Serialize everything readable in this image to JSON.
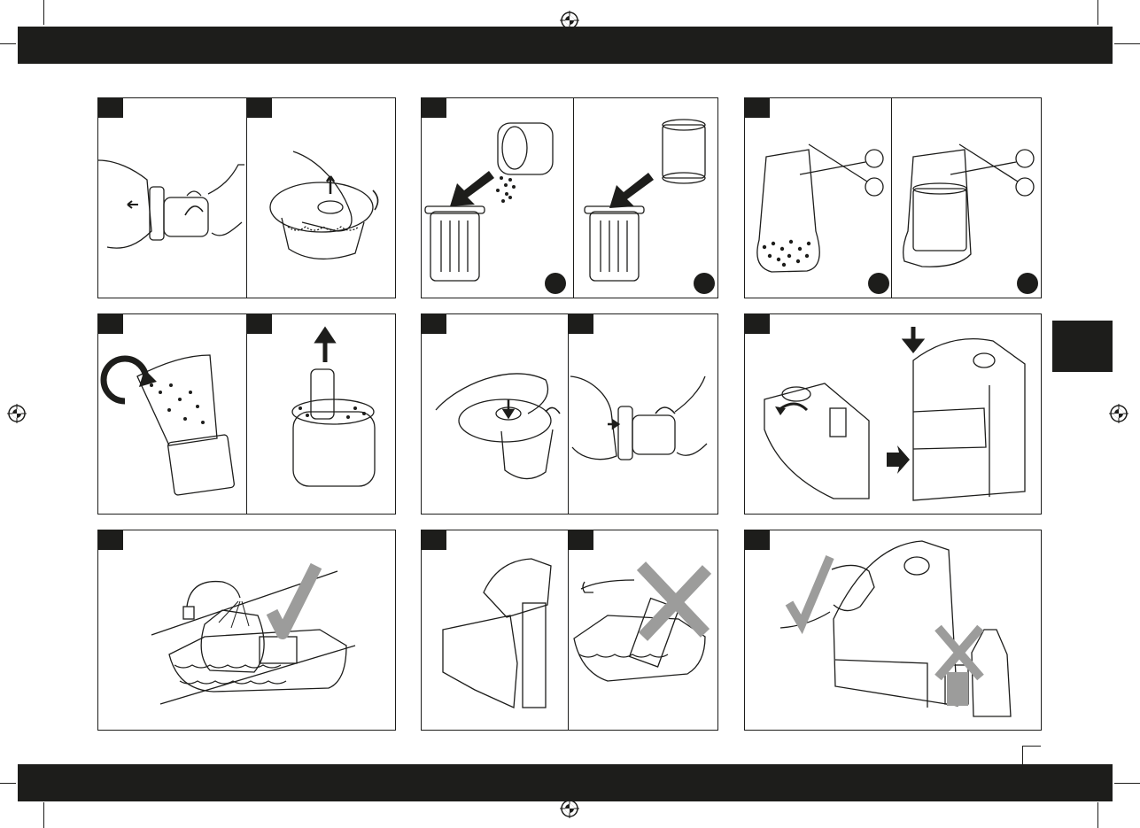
{
  "document": {
    "header_band": "",
    "footer_band": "",
    "side_tab": "",
    "page_number": ""
  },
  "panels": [
    {
      "name": "filter-remove-step",
      "sections": 2
    },
    {
      "name": "filter-empty-step",
      "sections": 2
    },
    {
      "name": "filter-bag-cut-step",
      "sections": 2
    },
    {
      "name": "filter-refill-step",
      "sections": 2
    },
    {
      "name": "filter-close-step",
      "sections": 2
    },
    {
      "name": "tank-reassembly-step",
      "sections": 1
    },
    {
      "name": "rinse-step",
      "sections": 1
    },
    {
      "name": "cleaning-agent-step",
      "sections": 2
    },
    {
      "name": "wipe-step",
      "sections": 1
    }
  ],
  "icons": {
    "check": "checkmark-icon",
    "cross": "cross-icon",
    "arrow": "arrow-icon",
    "registration": "registration-mark-icon"
  },
  "colors": {
    "ink": "#1d1d1b",
    "paper": "#ffffff",
    "cross_grey": "#9c9c9b"
  }
}
